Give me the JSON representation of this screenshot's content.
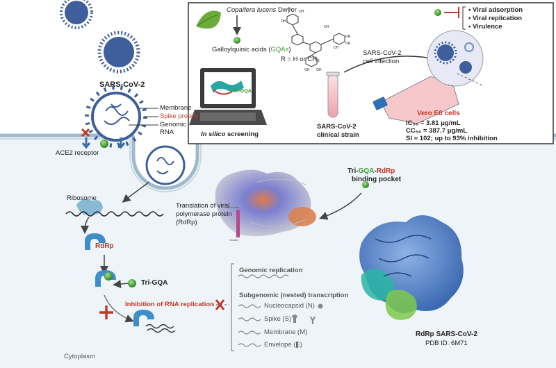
{
  "virus": {
    "label": "SARS-CoV-2",
    "parts": [
      "Membrane",
      "Spike protein",
      "Genomic",
      "RNA"
    ]
  },
  "host": {
    "receptor": "ACE2 receptor",
    "ribosome": "Ribosome",
    "translation": [
      "Translation of viral",
      "polymerase protein",
      "(RdRp)"
    ],
    "rdrp": "RdRp",
    "drug": "Tri-GQA",
    "inhibition": "Inhibition of RNA replication",
    "cytoplasm": "Cytoplasm"
  },
  "screening": {
    "plant_species": "Copaifera lucens",
    "plant_author": "Dwyer",
    "compound_prefix": "Galloylquinic acids (",
    "compound_abbr": "GQAs",
    "compound_suffix": ")",
    "r_group": "R = H or CH₃",
    "chem_labels": [
      "R",
      "OH",
      "OH",
      "OR",
      "OR",
      "OH",
      "OH",
      "OH",
      "OH"
    ],
    "laptop_label": "Tri-GQA",
    "method_italic": "In silico",
    "method_rest": " screening",
    "strain": [
      "SARS-CoV-2",
      "clinical strain"
    ],
    "infection": [
      "SARS-CoV-2",
      "cell infection"
    ],
    "cells": "Vero E6 cells",
    "ic50": "IC₅₀ = 3.81 μg/mL",
    "cc50": "CC₅₀ = 387.7 μg/mL",
    "si": "SI = 102; up to 93% inhibition",
    "effects": [
      "Viral adsorption",
      "Viral replication",
      "Virulence"
    ]
  },
  "docking": {
    "title_parts": [
      "Tri-",
      "GQA",
      "-",
      "RdRp"
    ],
    "subtitle": "binding pocket",
    "scale_top": "Insoluble",
    "scale_bottom": "Soluble"
  },
  "transcription": {
    "genomic": "Genomic replication",
    "subgenomic": "Subgenomic (nested) transcription",
    "items": [
      "Nucleocapsid (N)",
      "Spike (S)",
      "Membrane (M)",
      "Envelope (E)"
    ]
  },
  "structure": {
    "name": "RdRp SARS-CoV-2",
    "pdb": "PDB ID: 6M71"
  },
  "colors": {
    "virus": "#3e5f9c",
    "red": "#c0392b",
    "green": "#3c9a2e",
    "panel_border": "#333333",
    "cell": "#eef4f8"
  }
}
